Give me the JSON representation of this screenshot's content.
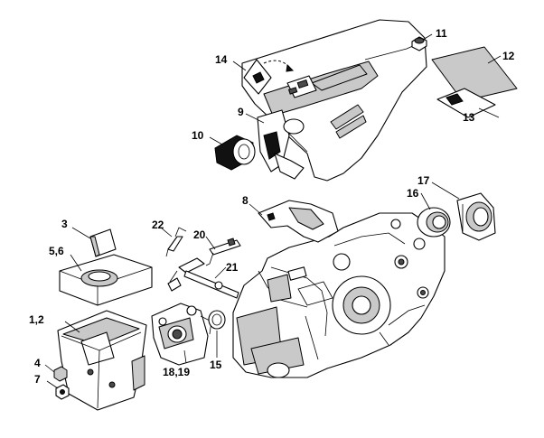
{
  "labels": {
    "p1_2": "1,2",
    "p3": "3",
    "p4": "4",
    "p5_6": "5,6",
    "p7": "7",
    "p8": "8",
    "p9": "9",
    "p10": "10",
    "p11": "11",
    "p12": "12",
    "p13": "13",
    "p14": "14",
    "p15": "15",
    "p16": "16",
    "p17": "17",
    "p18_19": "18,19",
    "p20": "20",
    "p21": "21",
    "p22": "22"
  }
}
